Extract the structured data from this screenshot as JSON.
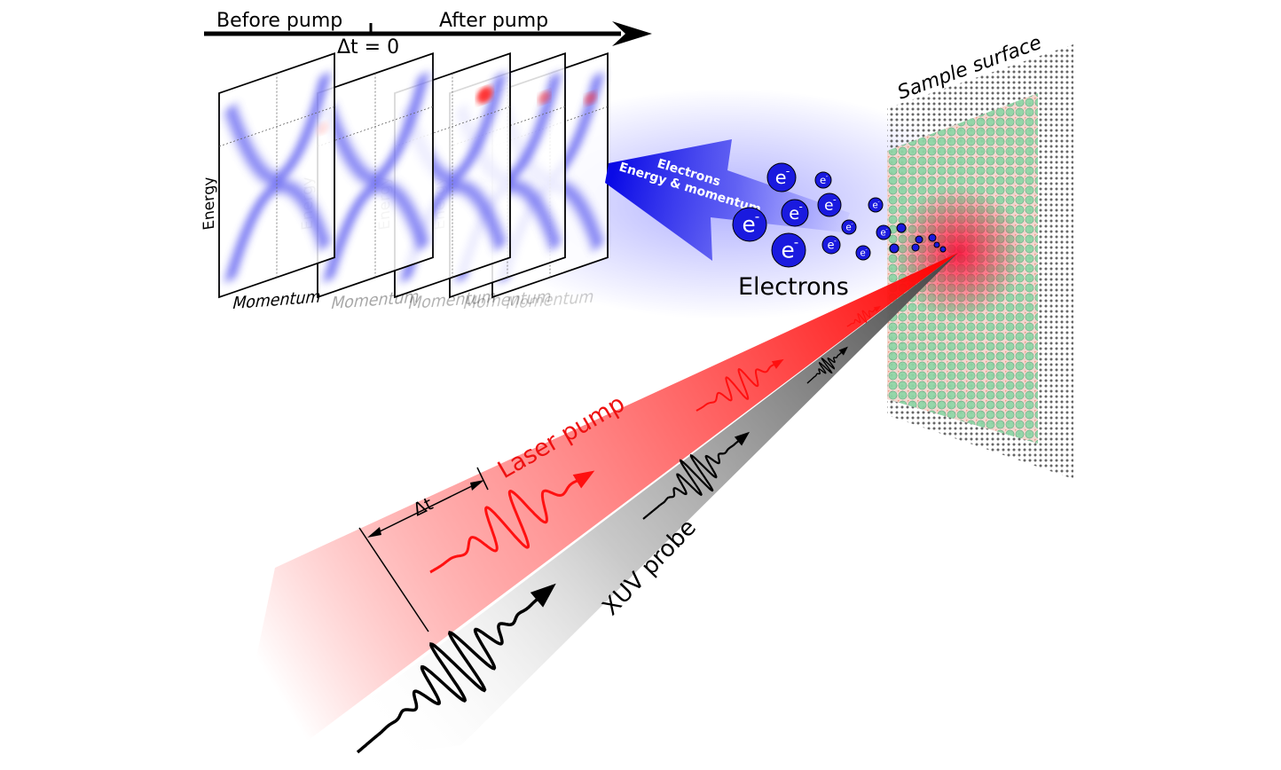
{
  "timeline": {
    "before_label": "Before pump",
    "after_label": "After pump",
    "zero_label": "Δt = 0"
  },
  "panels": {
    "y_label": "Energy",
    "x_label": "Momentum",
    "count": 5,
    "band_color": "#5a5af0",
    "excited_color": "#ff2020"
  },
  "emission": {
    "arrow_line1": "Electrons",
    "arrow_line2": "Energy & momentum",
    "electrons_label": "Electrons",
    "electron_symbol": "e",
    "electron_charge": "-",
    "arrow_color": "#0a0ae6"
  },
  "sample": {
    "label": "Sample surface",
    "atom_color": "#7fcf9a",
    "bond_color": "#f0a080"
  },
  "beams": {
    "pump_label": "Laser pump",
    "probe_label": "XUV probe",
    "delay_label": "Δt",
    "pump_color": "#ff1a1a",
    "probe_color": "#555555"
  }
}
